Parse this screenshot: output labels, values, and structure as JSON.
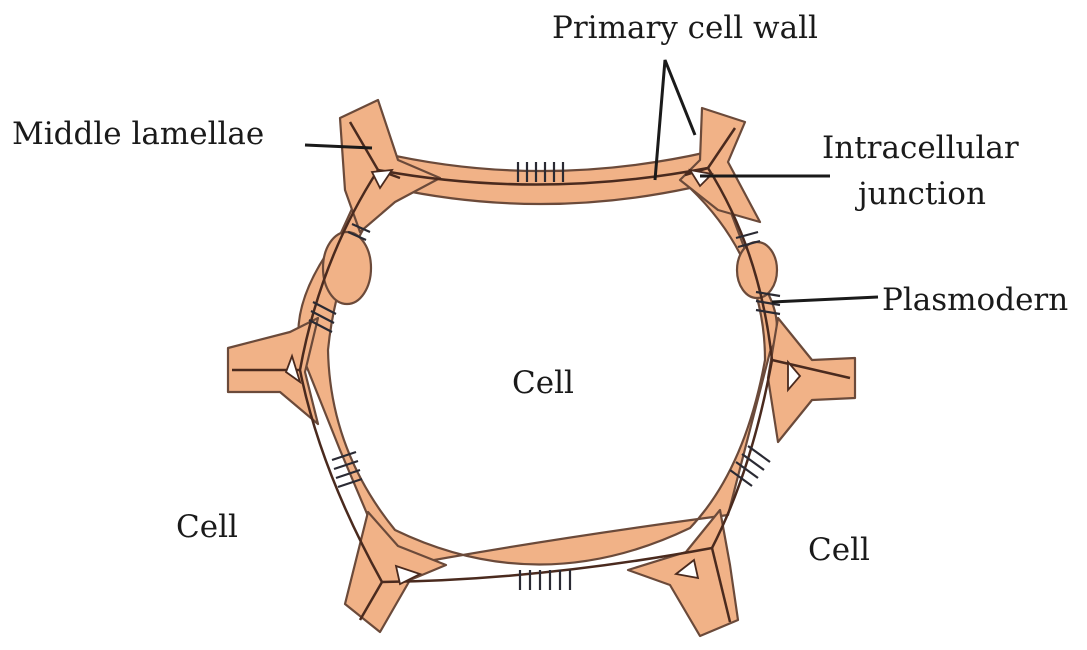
{
  "labels": {
    "primary_cell_wall": "Primary cell wall",
    "middle_lamellae": "Middle lamellae",
    "intracellular_line1": "Intracellular",
    "intracellular_line2": "junction",
    "plasmodern": "Plasmodern",
    "cell_center": "Cell",
    "cell_left": "Cell",
    "cell_right": "Cell"
  },
  "colors": {
    "wall_fill": "#f1b287",
    "wall_outline": "#6b4a3a",
    "middle_lamella": "#4a2a1e",
    "plasmodesmata": "#2a2a33",
    "background": "#ffffff"
  }
}
